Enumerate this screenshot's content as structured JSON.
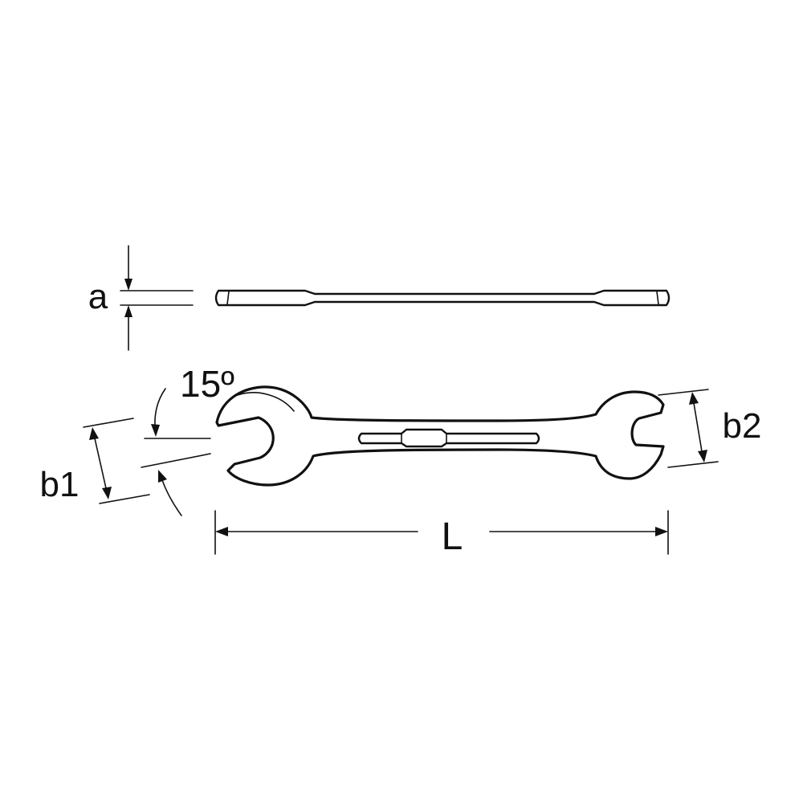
{
  "diagram": {
    "labels": {
      "thickness": "a",
      "angle": "15º",
      "jaw_left": "b1",
      "jaw_right": "b2",
      "length": "L"
    },
    "line_color": "#111111",
    "background": "#ffffff"
  }
}
